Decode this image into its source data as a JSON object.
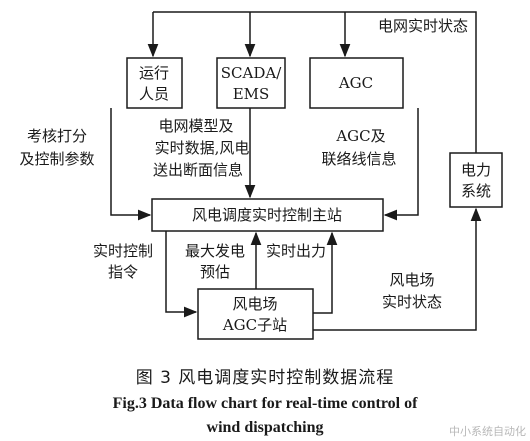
{
  "nodes": {
    "operator": [
      "运行",
      "人员"
    ],
    "scada": [
      "SCADA/",
      "EMS"
    ],
    "agc": [
      "AGC"
    ],
    "main_station": [
      "风电调度实时控制主站"
    ],
    "power_system": [
      "电力",
      "系统"
    ],
    "substation": [
      "风电场",
      "AGC子站"
    ]
  },
  "edges": {
    "grid_realtime_state": [
      "电网实时状态"
    ],
    "assessment_params": [
      "考核打分",
      "及控制参数"
    ],
    "grid_model_info": [
      "电网模型及",
      "实时数据,风电",
      "送出断面信息"
    ],
    "agc_tie_line_info": [
      "AGC及",
      "联络线信息"
    ],
    "realtime_control_cmd": [
      "实时控制",
      "指令"
    ],
    "max_generation_forecast": [
      "最大发电",
      "预估"
    ],
    "realtime_output": [
      "实时出力"
    ],
    "wind_farm_state": [
      "风电场",
      "实时状态"
    ]
  },
  "caption": {
    "cn": "图 3   风电调度实时控制数据流程",
    "en_line1": "Fig.3   Data flow chart for real-time control of",
    "en_line2": "wind dispatching"
  },
  "watermark": "中小系统自动化"
}
